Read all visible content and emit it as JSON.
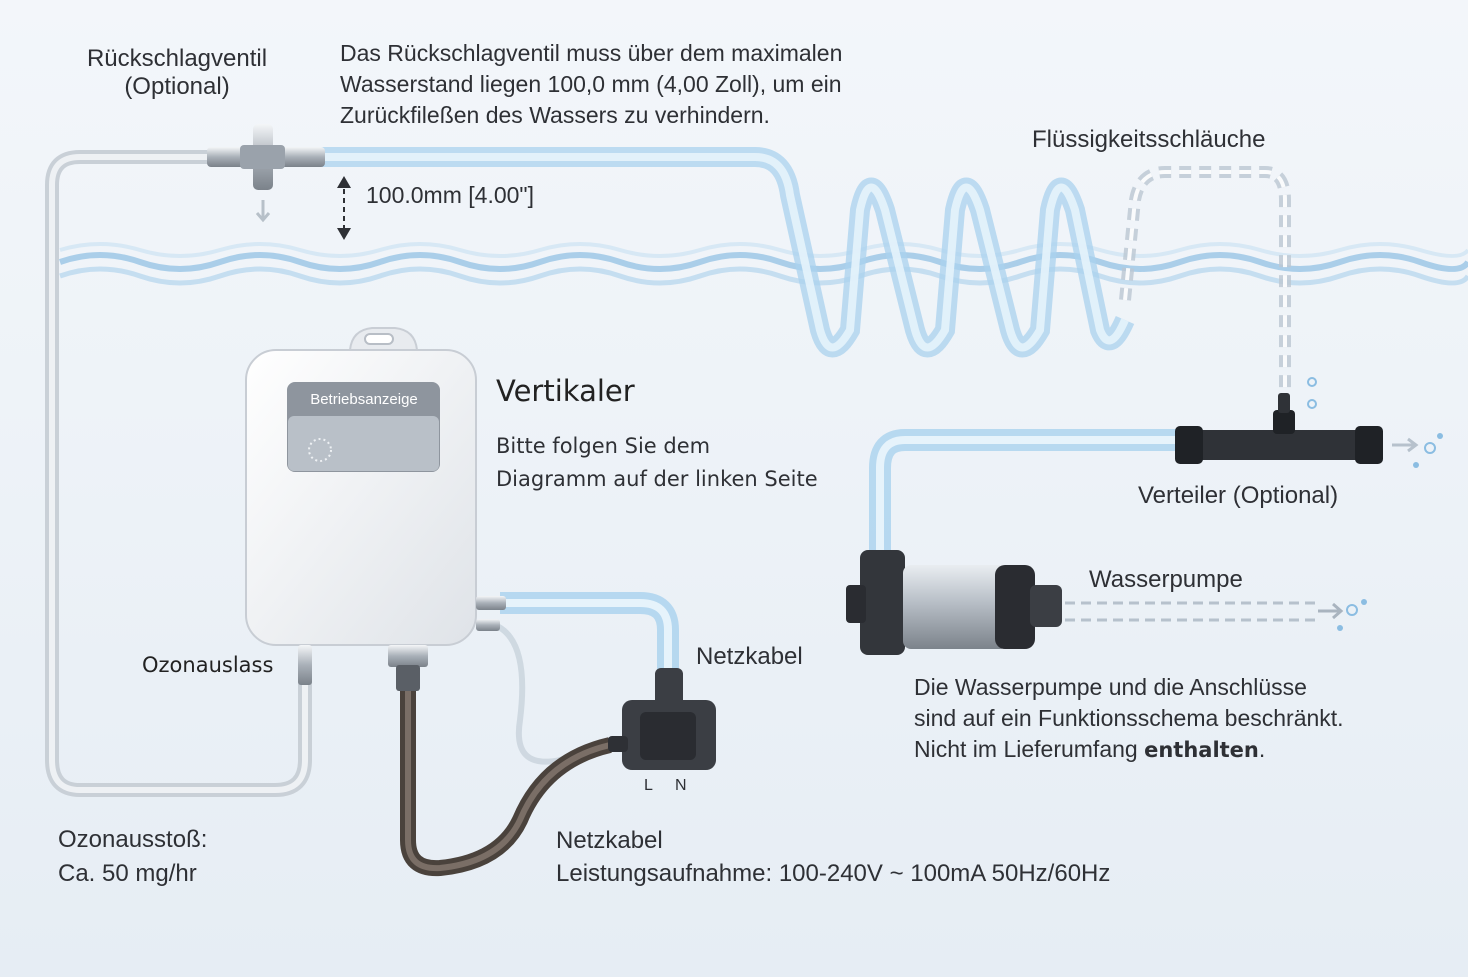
{
  "labels": {
    "check_valve": [
      "Rückschlagventil",
      "(Optional)"
    ],
    "check_valve_note": [
      "Das Rückschlagventil muss über dem maximalen",
      "Wasserstand liegen 100,0 mm (4,00 Zoll), um ein",
      "Zurückfileßen des Wassers zu verhindern."
    ],
    "dimension": "100.0mm [4.00\"]",
    "fluid_hoses": "Flüssigkeitsschläuche",
    "status_display": "Betriebsanzeige",
    "vertical_title": "Vertikaler",
    "vertical_note": [
      "Bitte folgen Sie dem",
      "Diagramm auf der linken Seite"
    ],
    "distributor": "Verteiler (Optional)",
    "water_pump": "Wasserpumpe",
    "power_cable_top": "Netzkabel",
    "pump_note": [
      "Die Wasserpumpe und die Anschlüsse",
      "sind auf ein Funktionsschema beschränkt.",
      "Nicht im Lieferumfang"
    ],
    "pump_note_bold": "enthalten",
    "pump_note_end": ".",
    "ozone_outlet": "Ozonauslass",
    "ozone_output": [
      "Ozonausstoß:",
      "Ca. 50 mg/hr"
    ],
    "plug_terminals": [
      "L",
      "N"
    ],
    "power_cable_bottom": "Netzkabel",
    "power_consumption": "Leistungsaufnahme: 100-240V ~ 100mA 50Hz/60Hz"
  },
  "colors": {
    "water": "#7fb4dc",
    "hose_blue": "#b9dcf1",
    "hose_grey": "#cfd6dd",
    "cable_brown": "#5e544d",
    "device_body": "#f7f8fa",
    "plug_dark": "#3b3e44"
  }
}
